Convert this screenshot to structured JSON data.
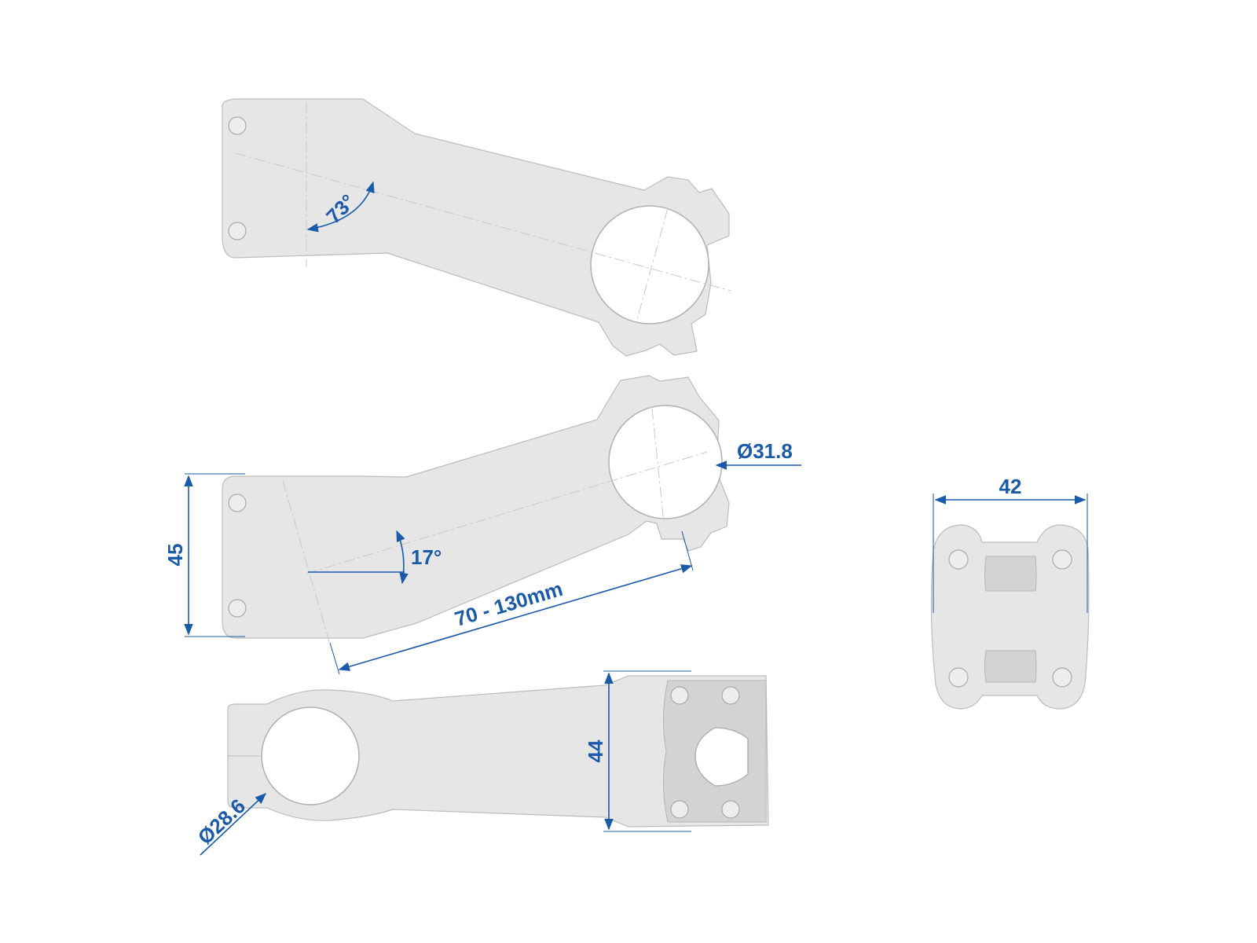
{
  "colors": {
    "dimension": "#1a5aa8",
    "part_fill": "#e6e6e6",
    "part_outline": "#bcbcbc"
  },
  "views": {
    "side_view_73": {
      "angle_label": "73°"
    },
    "side_view_17": {
      "height_label": "45",
      "angle_label": "17°",
      "length_label": "70 - 130mm",
      "clamp_diameter_label": "Ø31.8"
    },
    "top_view": {
      "steerer_diameter_label": "Ø28.6",
      "width_label": "44"
    },
    "front_view": {
      "width_label": "42"
    }
  }
}
